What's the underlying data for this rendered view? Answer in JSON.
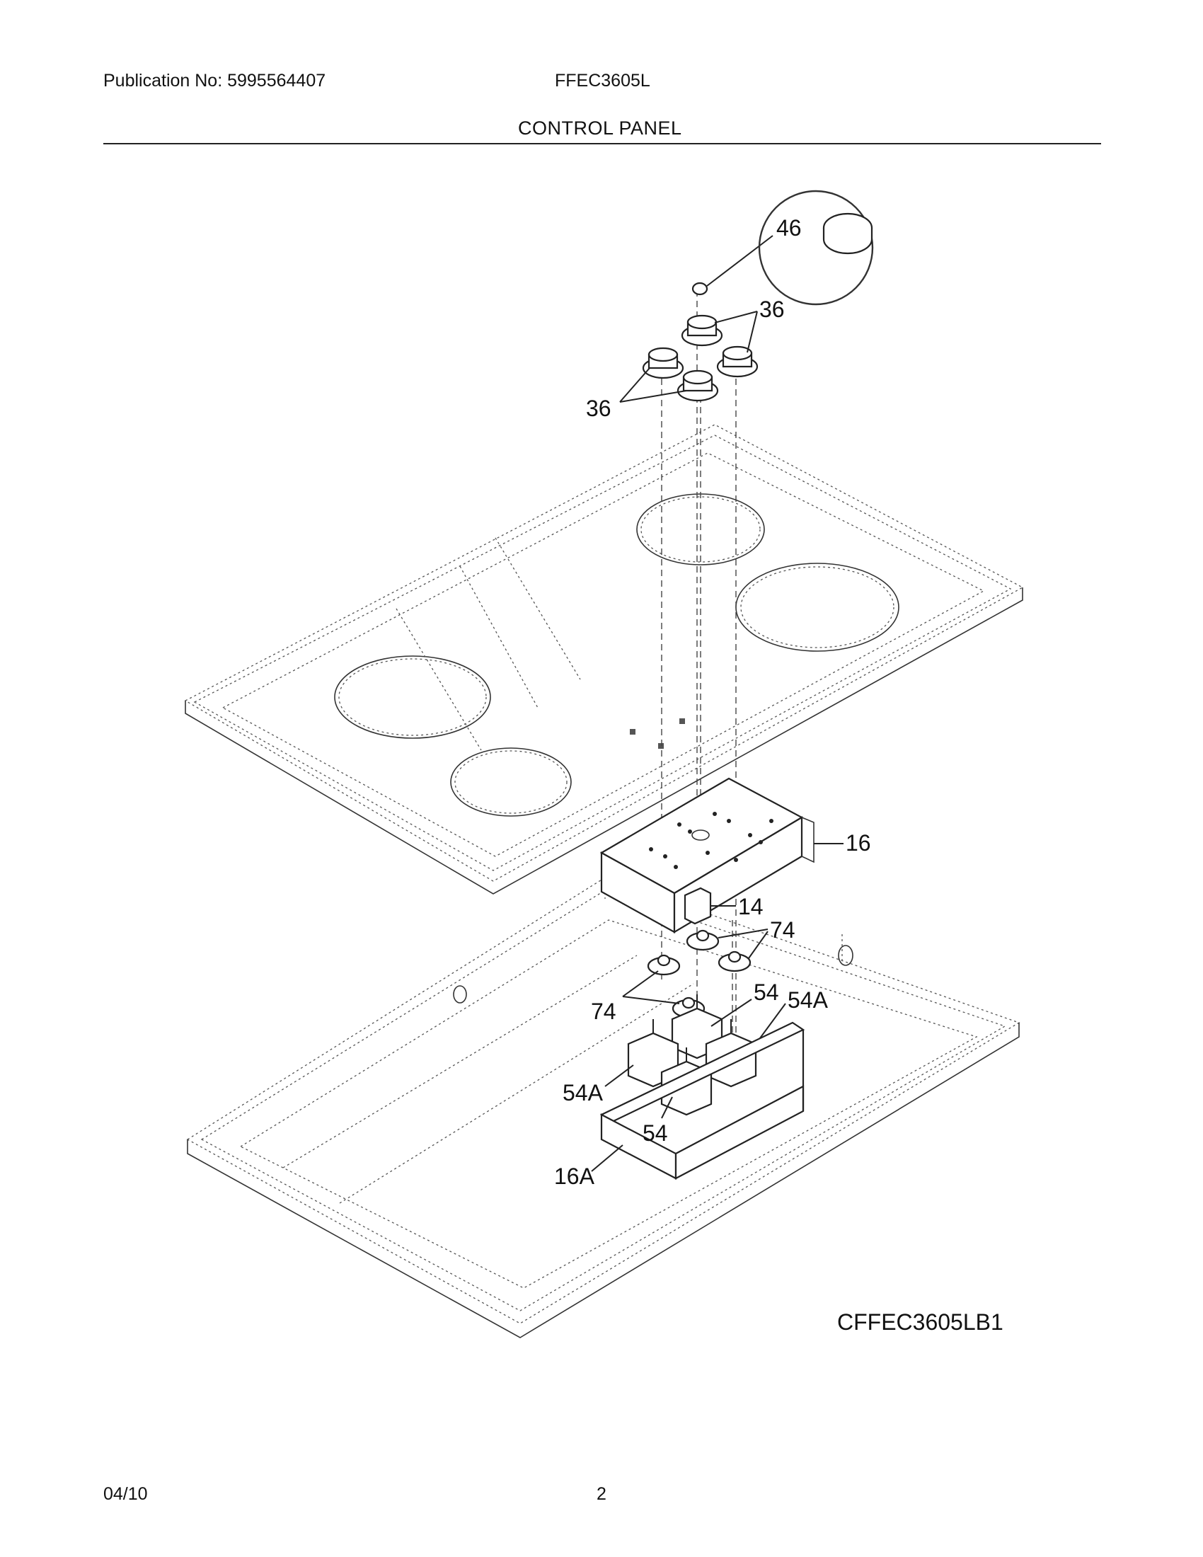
{
  "header": {
    "publication": "Publication No: 5995564407",
    "model": "FFEC3605L",
    "section": "CONTROL PANEL"
  },
  "diagram": {
    "id": "CFFEC3605LB1",
    "callouts": {
      "c46": "46",
      "c36a": "36",
      "c36b": "36",
      "c16": "16",
      "c14": "14",
      "c74a": "74",
      "c74b": "74",
      "c54a": "54",
      "c54Aa": "54A",
      "c54Ab": "54A",
      "c54b": "54",
      "c16A": "16A"
    }
  },
  "footer": {
    "date": "04/10",
    "page": "2"
  }
}
